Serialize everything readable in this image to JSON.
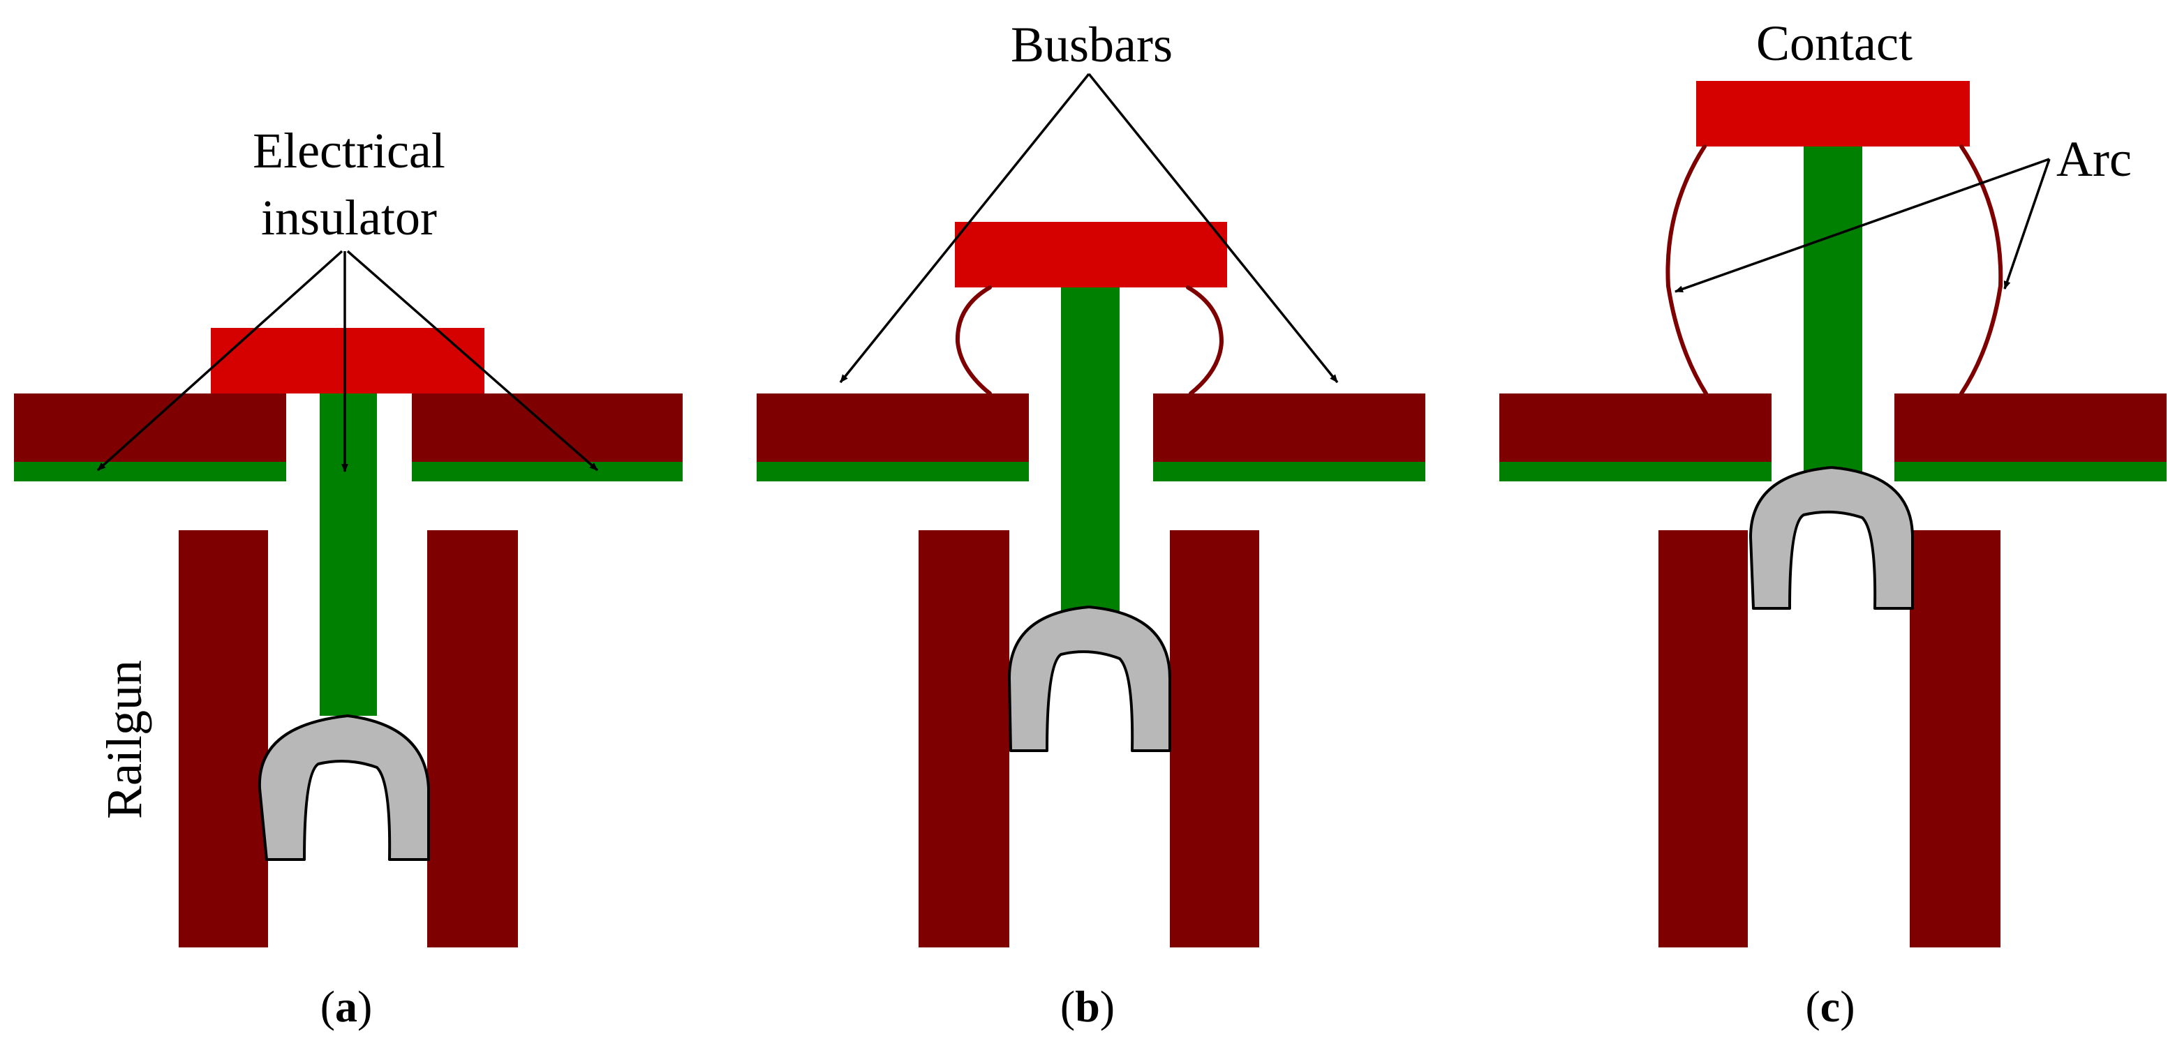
{
  "colors": {
    "rail": "#7f0000",
    "insulator": "#008000",
    "busbar_contact": "#d50000",
    "armature_fill": "#b8b8b8",
    "armature_stroke": "#000000",
    "arc": "#7f0000",
    "background": "#ffffff"
  },
  "labels": {
    "electrical_insulator_line1": "Electrical",
    "electrical_insulator_line2": "insulator",
    "busbars": "Busbars",
    "contact": "Contact",
    "arc": "Arc",
    "railgun": "Railgun"
  },
  "panels": [
    {
      "caption_open": "(",
      "caption_letter": "a",
      "caption_close": ")"
    },
    {
      "caption_open": "(",
      "caption_letter": "b",
      "caption_close": ")"
    },
    {
      "caption_open": "(",
      "caption_letter": "c",
      "caption_close": ")"
    }
  ]
}
